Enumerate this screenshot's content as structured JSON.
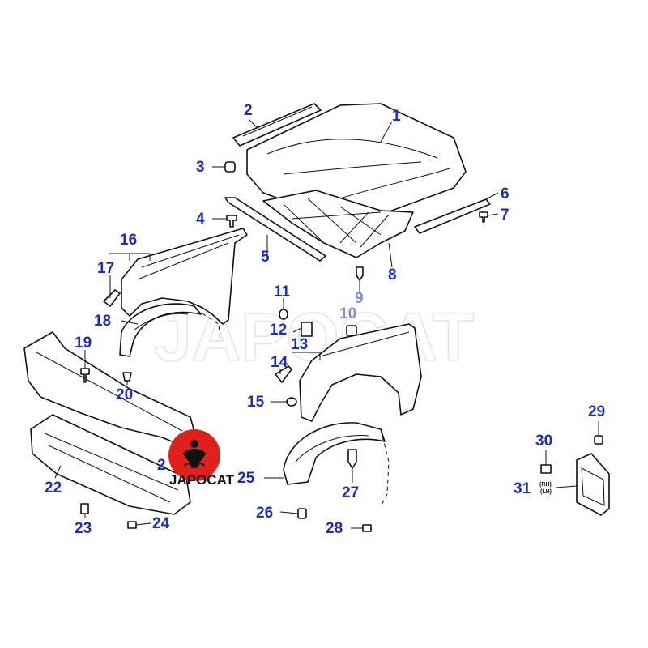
{
  "watermark": "JAPOCAT",
  "logo": {
    "text": "JAPOCAT",
    "color": "#e0201b"
  },
  "callouts": {
    "c1": "1",
    "c2": "2",
    "c3": "3",
    "c4": "4",
    "c5": "5",
    "c6": "6",
    "c7": "7",
    "c8": "8",
    "c9": "9",
    "c10": "10",
    "c11": "11",
    "c12": "12",
    "c13": "13",
    "c14": "14",
    "c15": "15",
    "c16": "16",
    "c17": "17",
    "c18": "18",
    "c19": "19",
    "c20": "20",
    "c21": "2",
    "c22": "22",
    "c23": "23",
    "c24": "24",
    "c25": "25",
    "c26": "26",
    "c27": "27",
    "c28": "28",
    "c29": "29",
    "c30": "30",
    "c31": "31"
  },
  "side_labels": {
    "rh": "(RH)",
    "lh": "(LH)"
  },
  "colors": {
    "callout": "#1f2fb5",
    "callout_light": "#7d8fd9",
    "line": "#111111"
  }
}
